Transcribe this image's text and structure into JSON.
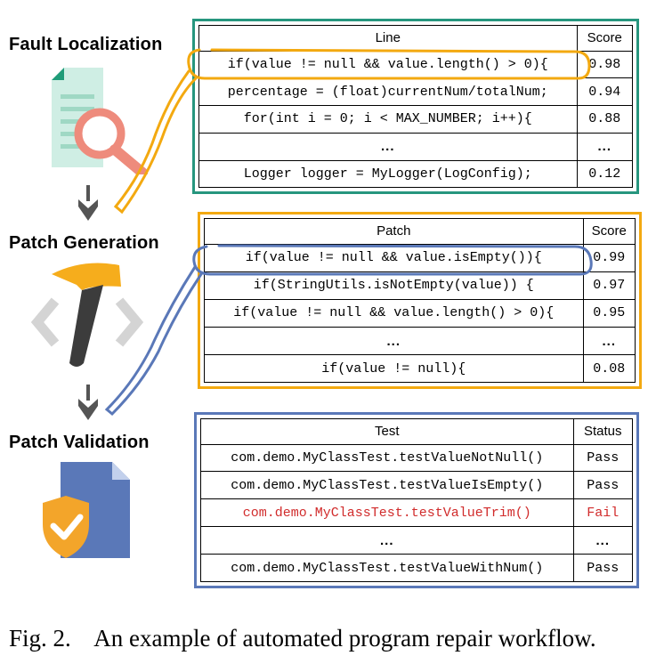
{
  "stages": {
    "fault_localization": "Fault Localization",
    "patch_generation": "Patch Generation",
    "patch_validation": "Patch Validation"
  },
  "colors": {
    "fl_panel": "#27967e",
    "pg_panel": "#f3a910",
    "pv_panel": "#5a78b8",
    "fail": "#d12b2b",
    "fl_highlight": "#f3a910",
    "pg_highlight": "#5a78b8"
  },
  "fault_localization_table": {
    "headers": [
      "Line",
      "Score"
    ],
    "rows": [
      {
        "line": "if(value != null && value.length() > 0){",
        "score": "0.98"
      },
      {
        "line": "percentage = (float)currentNum/totalNum;",
        "score": "0.94"
      },
      {
        "line": "for(int i = 0; i < MAX_NUMBER; i++){",
        "score": "0.88"
      },
      {
        "line": "...",
        "score": "..."
      },
      {
        "line": "Logger logger = MyLogger(LogConfig);",
        "score": "0.12"
      }
    ]
  },
  "patch_generation_table": {
    "headers": [
      "Patch",
      "Score"
    ],
    "rows": [
      {
        "patch": "if(value != null && value.isEmpty()){",
        "score": "0.99"
      },
      {
        "patch": "if(StringUtils.isNotEmpty(value)) {",
        "score": "0.97"
      },
      {
        "patch": "if(value != null && value.length() > 0){",
        "score": "0.95"
      },
      {
        "patch": "...",
        "score": "..."
      },
      {
        "patch": "if(value != null){",
        "score": "0.08"
      }
    ]
  },
  "patch_validation_table": {
    "headers": [
      "Test",
      "Status"
    ],
    "rows": [
      {
        "test": "com.demo.MyClassTest.testValueNotNull()",
        "status": "Pass"
      },
      {
        "test": "com.demo.MyClassTest.testValueIsEmpty()",
        "status": "Pass"
      },
      {
        "test": "com.demo.MyClassTest.testValueTrim()",
        "status": "Fail"
      },
      {
        "test": "...",
        "status": "..."
      },
      {
        "test": "com.demo.MyClassTest.testValueWithNum()",
        "status": "Pass"
      }
    ]
  },
  "icons": {
    "fault_localization": "document-magnifier-icon",
    "patch_generation": "hammer-code-brackets-icon",
    "patch_validation": "document-shield-check-icon",
    "flow_arrow": "down-arrow-icon"
  },
  "caption": {
    "label": "Fig. 2.",
    "text": "An example of automated program repair workflow."
  }
}
